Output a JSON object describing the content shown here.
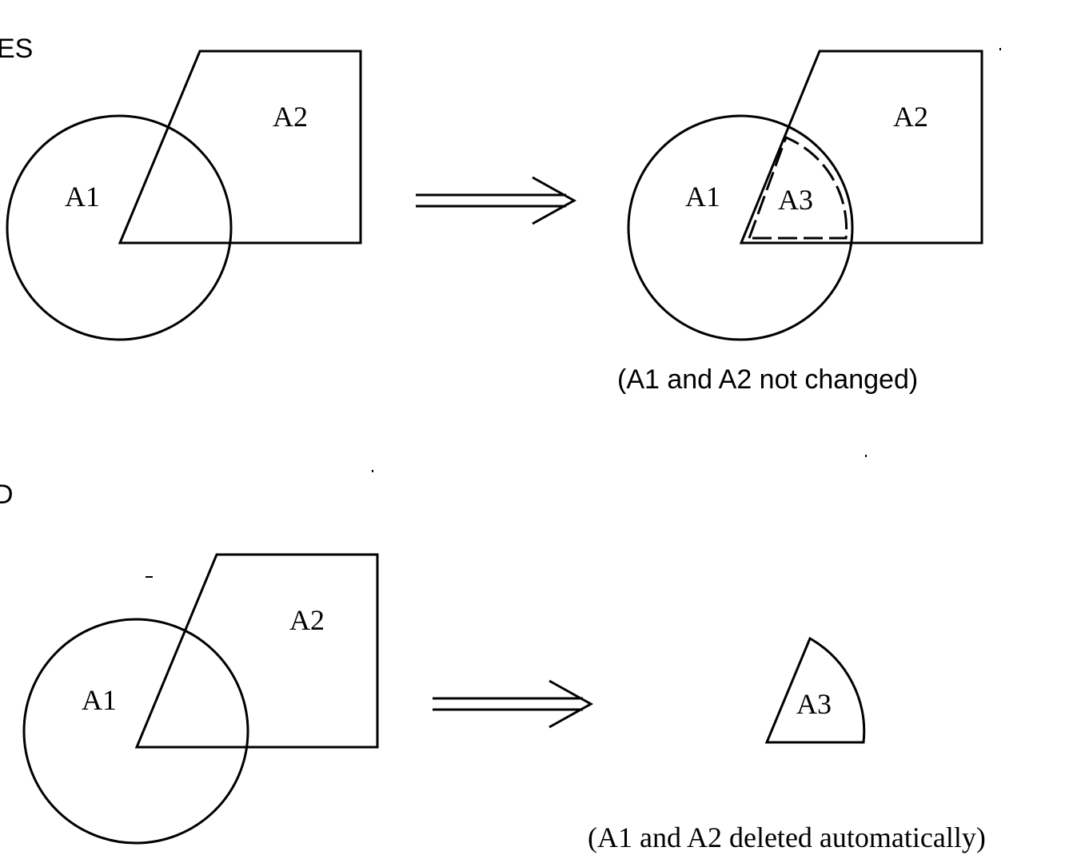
{
  "top_section": {
    "heading_fragment": "ES",
    "before": {
      "circle_label": "A1",
      "quad_label": "A2"
    },
    "after": {
      "circle_label": "A1",
      "quad_label": "A2",
      "intersection_label": "A3"
    },
    "caption": "(A1 and A2 not changed)"
  },
  "bottom_section": {
    "heading_fragment": "D",
    "before": {
      "circle_label": "A1",
      "quad_label": "A2"
    },
    "after": {
      "intersection_label": "A3"
    },
    "caption": "(A1 and A2 deleted automatically)"
  },
  "icons": {
    "arrow": "double-arrow-right-icon"
  }
}
